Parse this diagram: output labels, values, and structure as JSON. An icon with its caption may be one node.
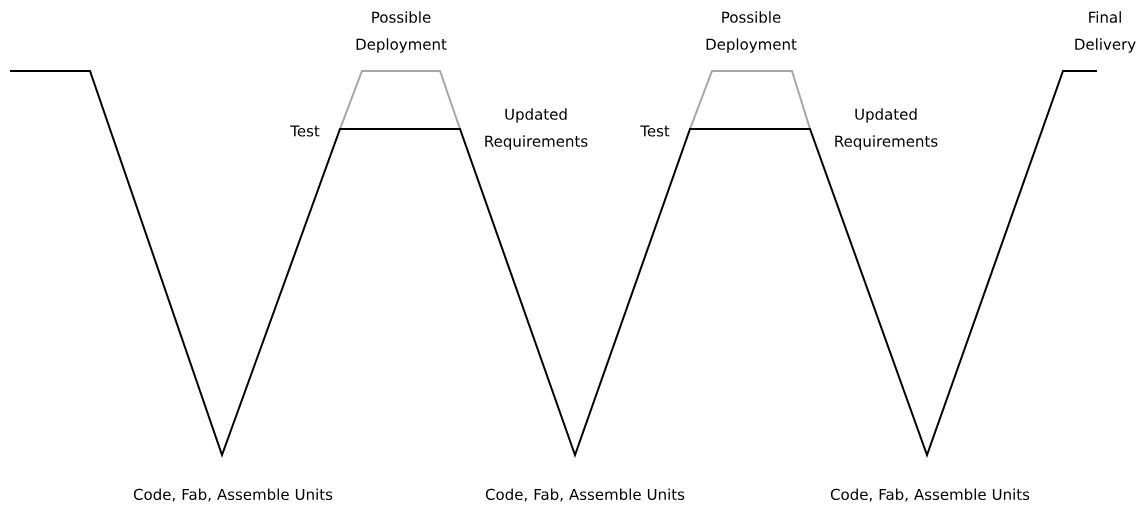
{
  "diagram": {
    "labels": [
      "Possible Deployment",
      "Possible Deployment",
      "Final Delivery",
      "Test",
      "Updated Requirements",
      "Test",
      "Updated Requirements",
      "Code, Fab, Assemble Units",
      "Code, Fab, Assemble Units",
      "Code, Fab, Assemble Units"
    ]
  }
}
